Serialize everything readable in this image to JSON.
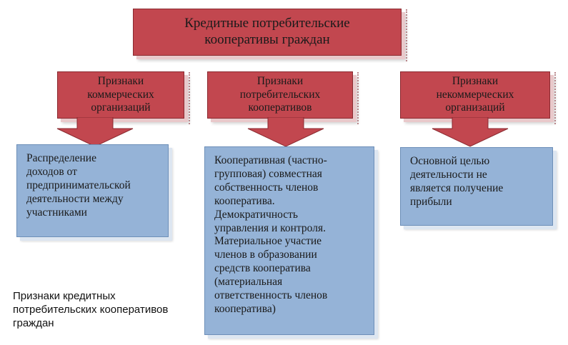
{
  "title": {
    "text": "Кредитные потребительские\nкооперативы граждан"
  },
  "categories": [
    {
      "label": "Признаки\nкоммерческих\nорганизаций"
    },
    {
      "label": "Признаки\nпотребительских\nкооперативов"
    },
    {
      "label": "Признаки\nнекоммерческих\nорганизаций"
    }
  ],
  "descriptions": [
    {
      "text": "Распределение\nдоходов от\nпредпринимательской\nдеятельности между\nучастниками"
    },
    {
      "text": "Кооперативная (частно-\nгрупповая) совместная\nсобственность членов\nкооператива.\nДемократичность\nуправления и контроля.\nМатериальное участие\nчленов в образовании\nсредств кооператива\n(материальная\nответственность членов\nкооператива)"
    },
    {
      "text": "Основной целью\nдеятельности не\nявляется получение\nприбыли"
    }
  ],
  "caption": {
    "text": "Признаки кредитных\nпотребительских кооперативов\nграждан"
  },
  "colors": {
    "header_fill": "#c2474f",
    "body_fill": "#95b3d7"
  }
}
